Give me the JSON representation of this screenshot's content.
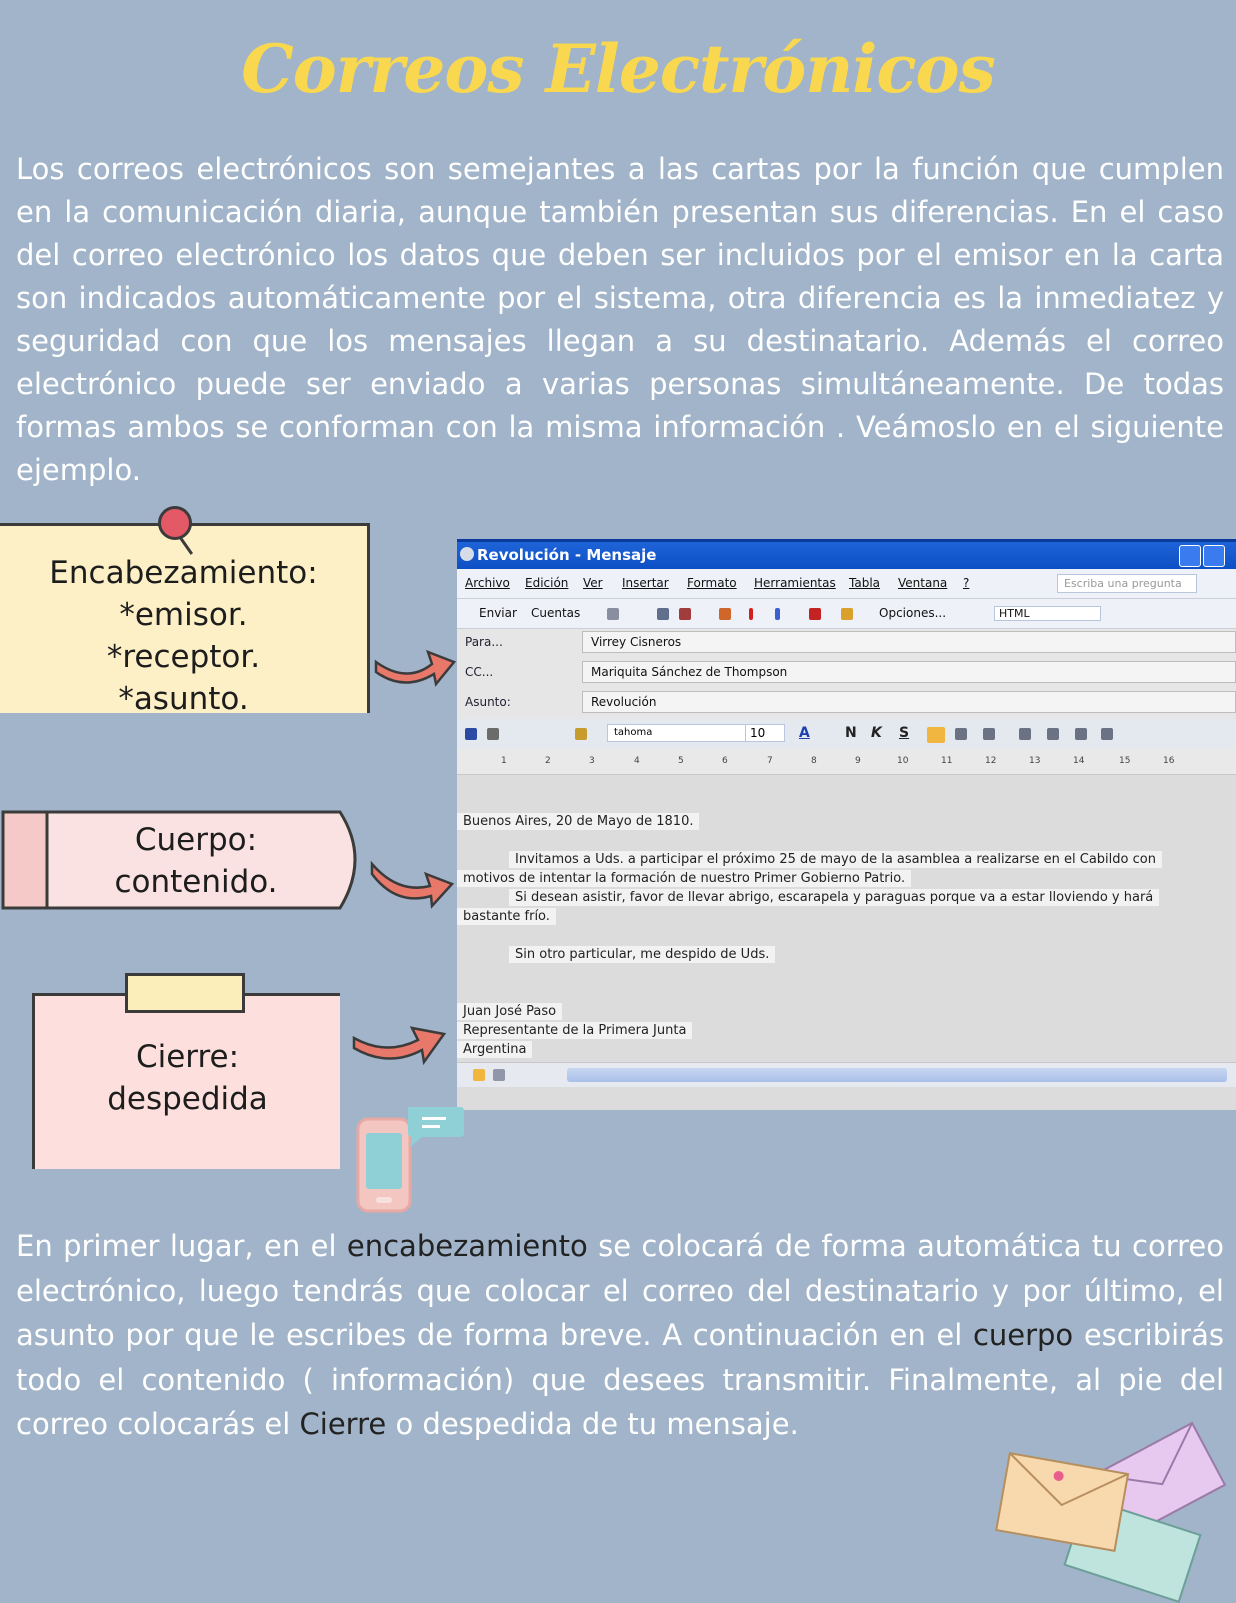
{
  "page": {
    "title": "Correos Electrónicos",
    "intro_paragraph": "Los correos electrónicos  son semejantes a las cartas por la función que cumplen en la comunicación diaria, aunque también presentan sus diferencias. En el caso del correo electrónico los datos que deben ser incluidos por el emisor en la carta son indicados automáticamente por el sistema, otra diferencia es la inmediatez y seguridad con que los mensajes llegan a su destinatario. Además el correo electrónico puede ser enviado a varias personas simultáneamente. De todas formas ambos se conforman con la misma información . Veámoslo en el siguiente ejemplo.",
    "closing_paragraph": {
      "part1": "En primer lugar, en el ",
      "kw1": "encabezamiento",
      "part2": " se colocará de forma automática tu correo electrónico, luego tendrás que colocar el correo del destinatario y por último, el asunto por que le escribes de forma breve. A continuación en el ",
      "kw2": "cuerpo",
      "part3": " escribirás todo el contenido ( información) que desees transmitir. Finalmente, al pie del correo colocarás el ",
      "kw3": "Cierre",
      "part4": " o despedida de tu mensaje."
    }
  },
  "notes": {
    "header": {
      "title": "Encabezamiento:",
      "items": [
        "*emisor.",
        "*receptor.",
        "*asunto."
      ]
    },
    "body": {
      "title": "Cuerpo:",
      "text": "contenido."
    },
    "closing": {
      "title": "Cierre:",
      "text": "despedida"
    }
  },
  "email_window": {
    "window_title": "Revolución - Mensaje",
    "menu": [
      "Archivo",
      "Edición",
      "Ver",
      "Insertar",
      "Formato",
      "Herramientas",
      "Tabla",
      "Ventana",
      "?"
    ],
    "ask_placeholder": "Escriba una pregunta",
    "toolbar": {
      "send": "Enviar",
      "accounts": "Cuentas",
      "options": "Opciones...",
      "format": "HTML"
    },
    "fields": {
      "to_label": "Para...",
      "to_value": "Virrey Cisneros",
      "cc_label": "CC...",
      "cc_value": "Mariquita Sánchez de Thompson",
      "subject_label": "Asunto:",
      "subject_value": "Revolución"
    },
    "format": {
      "font": "tahoma",
      "size": "10",
      "bold": "N",
      "italic": "K",
      "underline": "S"
    },
    "ruler": [
      "1",
      "2",
      "3",
      "4",
      "5",
      "6",
      "7",
      "8",
      "9",
      "10",
      "11",
      "12",
      "13",
      "14",
      "15",
      "16"
    ],
    "body": {
      "date_line": "Buenos Aires, 20 de Mayo de 1810.",
      "p1a": "Invitamos a Uds. a participar el próximo 25 de mayo de la asamblea a realizarse en el Cabildo con",
      "p1b": "motivos de intentar la formación de nuestro Primer Gobierno Patrio.",
      "p2a": "Si desean asistir, favor de llevar abrigo, escarapela y paraguas porque va a estar lloviendo y hará",
      "p2b": "bastante frío.",
      "farewell": "Sin otro particular, me despido de Uds.",
      "sig1": "Juan José Paso",
      "sig2": "Representante de la Primera Junta",
      "sig3": "Argentina"
    }
  },
  "colors": {
    "background": "#a1b4c9",
    "title": "#f9d84f",
    "note_header": "#fdf0c6",
    "note_body": "#fbe2e2",
    "note_closing": "#fde0de",
    "arrow": "#e8796a"
  },
  "icons": [
    "pushpin-icon",
    "curved-arrow-icon",
    "phone-icon",
    "chat-bubble-icon",
    "envelopes-icon"
  ]
}
